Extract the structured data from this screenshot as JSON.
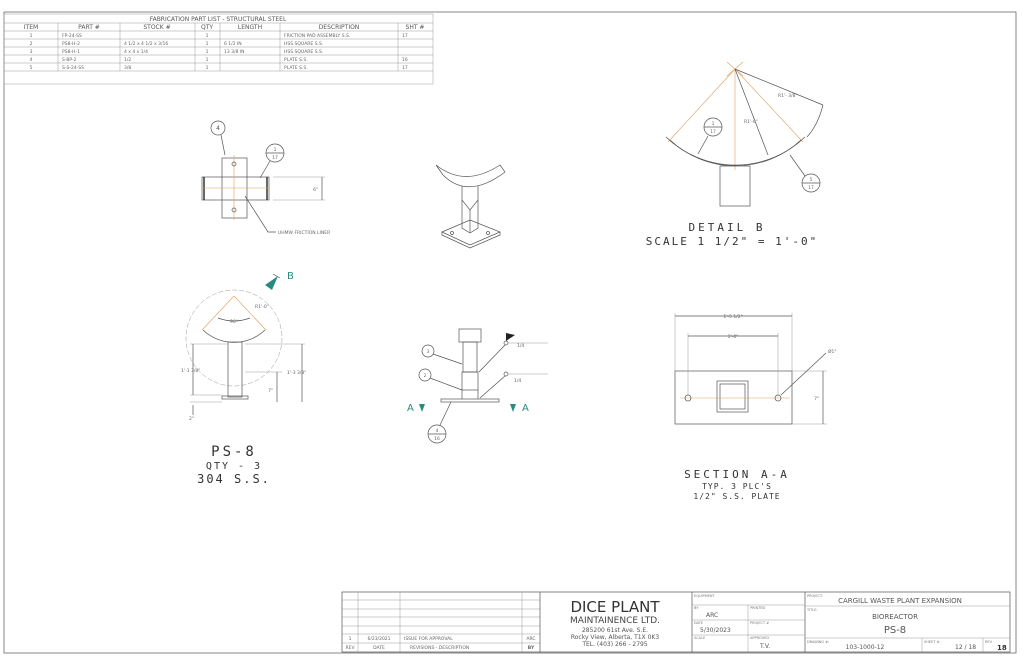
{
  "parts_list": {
    "title": "FABRICATION PART LIST - STRUCTURAL STEEL",
    "headers": [
      "ITEM",
      "PART #",
      "STOCK #",
      "QTY",
      "LENGTH",
      "DESCRIPTION",
      "SHT #"
    ],
    "rows": [
      [
        "1",
        "FP-24-SS",
        "",
        "1",
        "",
        "FRICTION PAD ASSEMBLY S.S.",
        "17"
      ],
      [
        "2",
        "PS8-H-2",
        "4 1/2 x 4 1/2 x 3/16",
        "1",
        "6 1/2 IN",
        "HSS SQUARE S.S.",
        ""
      ],
      [
        "3",
        "PS8-H-1",
        "4 x 4 x 1/4",
        "1",
        "13 3/8 IN",
        "HSS SQUARE S.S.",
        ""
      ],
      [
        "4",
        "S-BP-2",
        "1/2",
        "1",
        "",
        "PLATE S.S.",
        "16"
      ],
      [
        "5",
        "S-S-24-SS",
        "3/8",
        "1",
        "",
        "PLATE S.S.",
        "17"
      ]
    ]
  },
  "top_view": {
    "balloon_item": "4",
    "balloon_ref_top": "1",
    "balloon_ref_bottom": "17",
    "dim": "6\"",
    "note": "UHMW FRICTION LINER"
  },
  "detail_b": {
    "title": "DETAIL  B",
    "scale": "SCALE 1 1/2\" = 1'-0\"",
    "r_outer": "R1'- 3/8\"",
    "r_inner": "R1'-0\"",
    "balloon1_top": "1",
    "balloon1_bottom": "17",
    "balloon2_top": "5",
    "balloon2_bottom": "17"
  },
  "front_view": {
    "detail_marker": "B",
    "radius": "R1'-0\"",
    "angle": "90°",
    "dim_left": "1'-1 3/8\"",
    "dim_right": "1'-3 3/8\"",
    "dim_7": "7\"",
    "dim_2": "2\"",
    "title": "PS-8",
    "qty": "QTY - 3",
    "material": "304 S.S."
  },
  "side_view": {
    "balloon_3": "3",
    "balloon_2": "2",
    "balloon_4_top": "4",
    "balloon_4_bottom": "16",
    "weld1": "1/4",
    "weld2": "1/4",
    "section_label": "A"
  },
  "section_aa": {
    "dim_width": "1'-5 1/2\"",
    "dim_holes": "1'-0\"",
    "hole_dia": "Ø1\"",
    "dim_height": "7\"",
    "title": "SECTION A-A",
    "note1": "TYP. 3 PLC'S",
    "note2": "1/2\" S.S. PLATE"
  },
  "title_block": {
    "revision": {
      "rev": "1",
      "date": "6/23/2021",
      "description": "ISSUE FOR APPROVAL",
      "by": "ARC"
    },
    "rev_headers": {
      "rev": "REV",
      "date": "DATE",
      "description": "REVISIONS - DESCRIPTION",
      "by": "BY"
    },
    "company": {
      "name1": "DICE PLANT",
      "name2": "MAINTAINENCE LTD.",
      "addr1": "285200 61st Ave. S.E.",
      "addr2": "Rocky View, Alberta, T1X 0K3",
      "phone": "TEL. (403) 266 - 2795"
    },
    "labels": {
      "equipment": "EQUIPMENT",
      "by": "BY",
      "printed": "PRINTED",
      "date": "DATE",
      "project_no": "PROJECT #",
      "scale": "SCALE",
      "approved": "APPROVED",
      "project": "PROJECT:",
      "title": "TITLE:",
      "drawing_no": "DRAWING #:",
      "sheet": "SHEET #:",
      "rev": "REV"
    },
    "values": {
      "by": "ARC",
      "date": "5/30/2023",
      "approved": "T.V.",
      "project": "CARGILL WASTE PLANT EXPANSION",
      "title1": "BIOREACTOR",
      "title2": "PS-8",
      "drawing_no": "103-1000-12",
      "sheet": "12 / 18",
      "rev": "18"
    }
  }
}
